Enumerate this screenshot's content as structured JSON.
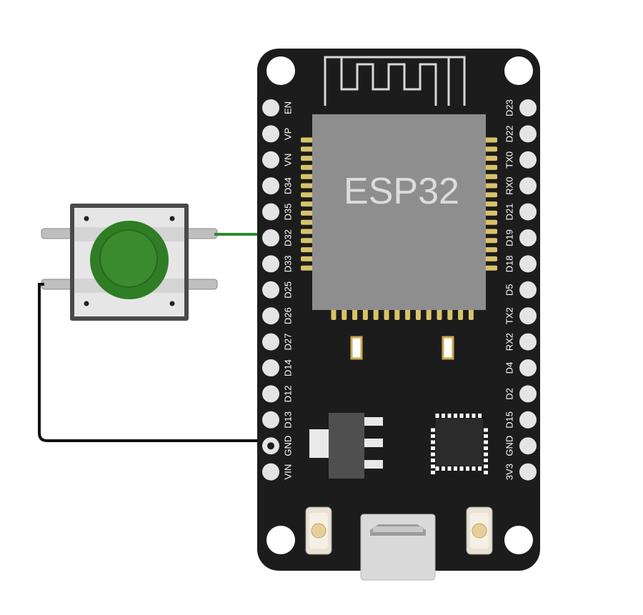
{
  "board": {
    "chip_label": "ESP32",
    "left_pins": [
      "EN",
      "VP",
      "VN",
      "D34",
      "D35",
      "D32",
      "D33",
      "D25",
      "D26",
      "D27",
      "D14",
      "D12",
      "D13",
      "GND",
      "VIN"
    ],
    "right_pins": [
      "D23",
      "D22",
      "TX0",
      "RX0",
      "D21",
      "D19",
      "D18",
      "D5",
      "TX2",
      "RX2",
      "D4",
      "D2",
      "D15",
      "GND",
      "3V3"
    ]
  },
  "wires": [
    {
      "from": "push-button",
      "to": "D32",
      "color": "#2e8b2e"
    },
    {
      "from": "push-button",
      "to": "GND",
      "color": "#111111"
    }
  ],
  "colors": {
    "board": "#1c1c1c",
    "pin_pad": "#e4e4e4",
    "chip": "#8e8e8e",
    "chip_pins": "#d8c36a",
    "button_cap": "#2f7d24",
    "button_body": "#e6e6e6"
  }
}
